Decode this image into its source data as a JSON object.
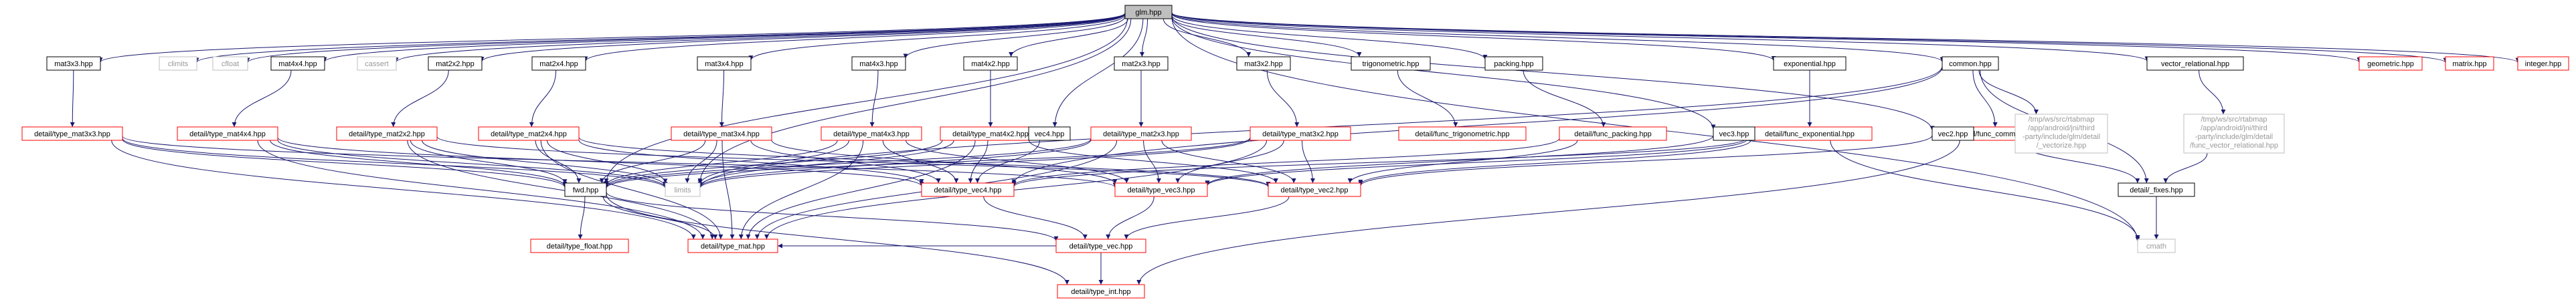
{
  "colors": {
    "edge": "#191970",
    "root_fill": "#bfbfbf",
    "root_border": "#000000",
    "doc_border": "#000000",
    "external_border": "#ff0000",
    "system_border": "#bfbfbf",
    "system_text": "#999999",
    "text": "#000000"
  },
  "nodes": [
    {
      "id": "glm",
      "label": "glm.hpp",
      "kind": "root"
    },
    {
      "id": "mat3x3",
      "label": "mat3x3.hpp",
      "kind": "doc"
    },
    {
      "id": "climits",
      "label": "climits",
      "kind": "system"
    },
    {
      "id": "cfloat",
      "label": "cfloat",
      "kind": "system"
    },
    {
      "id": "mat4x4",
      "label": "mat4x4.hpp",
      "kind": "doc"
    },
    {
      "id": "cassert",
      "label": "cassert",
      "kind": "system"
    },
    {
      "id": "mat2x2",
      "label": "mat2x2.hpp",
      "kind": "doc"
    },
    {
      "id": "mat2x4",
      "label": "mat2x4.hpp",
      "kind": "doc"
    },
    {
      "id": "mat3x4",
      "label": "mat3x4.hpp",
      "kind": "doc"
    },
    {
      "id": "mat4x3",
      "label": "mat4x3.hpp",
      "kind": "doc"
    },
    {
      "id": "mat4x2",
      "label": "mat4x2.hpp",
      "kind": "doc"
    },
    {
      "id": "mat2x3",
      "label": "mat2x3.hpp",
      "kind": "doc"
    },
    {
      "id": "mat3x2",
      "label": "mat3x2.hpp",
      "kind": "doc"
    },
    {
      "id": "trig",
      "label": "trigonometric.hpp",
      "kind": "doc"
    },
    {
      "id": "packing",
      "label": "packing.hpp",
      "kind": "doc"
    },
    {
      "id": "exponential",
      "label": "exponential.hpp",
      "kind": "doc"
    },
    {
      "id": "common",
      "label": "common.hpp",
      "kind": "doc"
    },
    {
      "id": "vecrel",
      "label": "vector_relational.hpp",
      "kind": "doc"
    },
    {
      "id": "geometric",
      "label": "geometric.hpp",
      "kind": "external"
    },
    {
      "id": "matrix",
      "label": "matrix.hpp",
      "kind": "external"
    },
    {
      "id": "integer",
      "label": "integer.hpp",
      "kind": "external"
    },
    {
      "id": "type_mat3x3",
      "label": "detail/type_mat3x3.hpp",
      "kind": "external"
    },
    {
      "id": "type_mat4x4",
      "label": "detail/type_mat4x4.hpp",
      "kind": "external"
    },
    {
      "id": "type_mat2x2",
      "label": "detail/type_mat2x2.hpp",
      "kind": "external"
    },
    {
      "id": "type_mat2x4",
      "label": "detail/type_mat2x4.hpp",
      "kind": "external"
    },
    {
      "id": "type_mat3x4",
      "label": "detail/type_mat3x4.hpp",
      "kind": "external"
    },
    {
      "id": "type_mat4x3",
      "label": "detail/type_mat4x3.hpp",
      "kind": "external"
    },
    {
      "id": "type_mat4x2",
      "label": "detail/type_mat4x2.hpp",
      "kind": "external"
    },
    {
      "id": "type_mat2x3",
      "label": "detail/type_mat2x3.hpp",
      "kind": "external"
    },
    {
      "id": "type_mat3x2",
      "label": "detail/type_mat3x2.hpp",
      "kind": "external"
    },
    {
      "id": "func_trig",
      "label": "detail/func_trigonometric.hpp",
      "kind": "external"
    },
    {
      "id": "func_packing",
      "label": "detail/func_packing.hpp",
      "kind": "external"
    },
    {
      "id": "func_exp",
      "label": "detail/func_exponential.hpp",
      "kind": "external"
    },
    {
      "id": "func_common",
      "label": "detail/func_common.hpp",
      "kind": "external"
    },
    {
      "id": "vec4",
      "label": "vec4.hpp",
      "kind": "doc"
    },
    {
      "id": "vec3",
      "label": "vec3.hpp",
      "kind": "doc"
    },
    {
      "id": "vec2",
      "label": "vec2.hpp",
      "kind": "doc"
    },
    {
      "id": "vectorize",
      "label": "/tmp/ws/src/rtabmap/app/android/jni/third-party/include/glm/detail/_vectorize.hpp",
      "lines": [
        "/tmp/ws/src/rtabmap",
        "/app/android/jni/third",
        "-party/include/glm/detail",
        "/_vectorize.hpp"
      ],
      "kind": "system"
    },
    {
      "id": "func_vecrel",
      "label": "/tmp/ws/src/rtabmap/app/android/jni/third-party/include/glm/detail/func_vector_relational.hpp",
      "lines": [
        "/tmp/ws/src/rtabmap",
        "/app/android/jni/third",
        "-party/include/glm/detail",
        "/func_vector_relational.hpp"
      ],
      "kind": "system"
    },
    {
      "id": "limits",
      "label": "limits",
      "kind": "system"
    },
    {
      "id": "fwd",
      "label": "fwd.hpp",
      "kind": "doc"
    },
    {
      "id": "type_vec4",
      "label": "detail/type_vec4.hpp",
      "kind": "external"
    },
    {
      "id": "type_vec3",
      "label": "detail/type_vec3.hpp",
      "kind": "external"
    },
    {
      "id": "type_vec2",
      "label": "detail/type_vec2.hpp",
      "kind": "external"
    },
    {
      "id": "fixes",
      "label": "detail/_fixes.hpp",
      "kind": "doc"
    },
    {
      "id": "type_float",
      "label": "detail/type_float.hpp",
      "kind": "external"
    },
    {
      "id": "type_mat",
      "label": "detail/type_mat.hpp",
      "kind": "external"
    },
    {
      "id": "type_vec",
      "label": "detail/type_vec.hpp",
      "kind": "external"
    },
    {
      "id": "cmath",
      "label": "cmath",
      "kind": "system"
    },
    {
      "id": "type_int",
      "label": "detail/type_int.hpp",
      "kind": "external"
    }
  ],
  "edges": [
    [
      "glm",
      "mat3x3"
    ],
    [
      "glm",
      "climits"
    ],
    [
      "glm",
      "cfloat"
    ],
    [
      "glm",
      "mat4x4"
    ],
    [
      "glm",
      "cassert"
    ],
    [
      "glm",
      "mat2x2"
    ],
    [
      "glm",
      "mat2x4"
    ],
    [
      "glm",
      "mat3x4"
    ],
    [
      "glm",
      "mat4x3"
    ],
    [
      "glm",
      "mat4x2"
    ],
    [
      "glm",
      "mat2x3"
    ],
    [
      "glm",
      "mat3x2"
    ],
    [
      "glm",
      "trig"
    ],
    [
      "glm",
      "packing"
    ],
    [
      "glm",
      "exponential"
    ],
    [
      "glm",
      "common"
    ],
    [
      "glm",
      "vecrel"
    ],
    [
      "glm",
      "geometric"
    ],
    [
      "glm",
      "matrix"
    ],
    [
      "glm",
      "integer"
    ],
    [
      "glm",
      "vec4"
    ],
    [
      "glm",
      "vec3"
    ],
    [
      "glm",
      "vec2"
    ],
    [
      "glm",
      "fwd"
    ],
    [
      "glm",
      "limits"
    ],
    [
      "glm",
      "cmath"
    ],
    [
      "mat3x3",
      "type_mat3x3"
    ],
    [
      "mat4x4",
      "type_mat4x4"
    ],
    [
      "mat2x2",
      "type_mat2x2"
    ],
    [
      "mat2x4",
      "type_mat2x4"
    ],
    [
      "mat3x4",
      "type_mat3x4"
    ],
    [
      "mat4x3",
      "type_mat4x3"
    ],
    [
      "mat4x2",
      "type_mat4x2"
    ],
    [
      "mat2x3",
      "type_mat2x3"
    ],
    [
      "mat3x2",
      "type_mat3x2"
    ],
    [
      "trig",
      "func_trig"
    ],
    [
      "packing",
      "func_packing"
    ],
    [
      "exponential",
      "func_exp"
    ],
    [
      "common",
      "func_common"
    ],
    [
      "common",
      "vectorize"
    ],
    [
      "common",
      "fixes"
    ],
    [
      "common",
      "limits"
    ],
    [
      "common",
      "type_vec4"
    ],
    [
      "vecrel",
      "func_vecrel"
    ],
    [
      "type_mat3x3",
      "fwd"
    ],
    [
      "type_mat3x3",
      "limits"
    ],
    [
      "type_mat3x3",
      "type_mat"
    ],
    [
      "type_mat3x3",
      "type_vec3"
    ],
    [
      "type_mat4x4",
      "fwd"
    ],
    [
      "type_mat4x4",
      "limits"
    ],
    [
      "type_mat4x4",
      "type_mat"
    ],
    [
      "type_mat4x4",
      "type_vec4"
    ],
    [
      "type_mat2x2",
      "fwd"
    ],
    [
      "type_mat2x2",
      "limits"
    ],
    [
      "type_mat2x2",
      "type_mat"
    ],
    [
      "type_mat2x2",
      "type_vec2"
    ],
    [
      "type_mat2x4",
      "fwd"
    ],
    [
      "type_mat2x4",
      "limits"
    ],
    [
      "type_mat2x4",
      "type_mat"
    ],
    [
      "type_mat2x4",
      "type_vec2"
    ],
    [
      "type_mat2x4",
      "type_vec4"
    ],
    [
      "type_mat3x4",
      "fwd"
    ],
    [
      "type_mat3x4",
      "limits"
    ],
    [
      "type_mat3x4",
      "type_mat"
    ],
    [
      "type_mat3x4",
      "type_vec3"
    ],
    [
      "type_mat3x4",
      "type_vec4"
    ],
    [
      "type_mat4x3",
      "fwd"
    ],
    [
      "type_mat4x3",
      "limits"
    ],
    [
      "type_mat4x3",
      "type_mat"
    ],
    [
      "type_mat4x3",
      "type_vec3"
    ],
    [
      "type_mat4x3",
      "type_vec4"
    ],
    [
      "type_mat4x2",
      "fwd"
    ],
    [
      "type_mat4x2",
      "limits"
    ],
    [
      "type_mat4x2",
      "type_mat"
    ],
    [
      "type_mat4x2",
      "type_vec2"
    ],
    [
      "type_mat4x2",
      "type_vec4"
    ],
    [
      "type_mat2x3",
      "fwd"
    ],
    [
      "type_mat2x3",
      "limits"
    ],
    [
      "type_mat2x3",
      "type_mat"
    ],
    [
      "type_mat2x3",
      "type_vec2"
    ],
    [
      "type_mat2x3",
      "type_vec3"
    ],
    [
      "type_mat3x2",
      "fwd"
    ],
    [
      "type_mat3x2",
      "limits"
    ],
    [
      "type_mat3x2",
      "type_mat"
    ],
    [
      "type_mat3x2",
      "type_vec2"
    ],
    [
      "type_mat3x2",
      "type_vec3"
    ],
    [
      "func_packing",
      "type_vec2"
    ],
    [
      "func_packing",
      "type_vec4"
    ],
    [
      "func_exp",
      "type_vec1"
    ],
    [
      "func_exp",
      "type_vec2"
    ],
    [
      "func_exp",
      "type_vec3"
    ],
    [
      "func_exp",
      "type_vec4"
    ],
    [
      "func_exp",
      "cmath"
    ],
    [
      "func_common",
      "fixes"
    ],
    [
      "func_common",
      "type_int"
    ],
    [
      "vec4",
      "type_vec4"
    ],
    [
      "vec3",
      "type_vec3"
    ],
    [
      "vec2",
      "type_vec2"
    ],
    [
      "fwd",
      "type_float"
    ],
    [
      "fwd",
      "type_mat"
    ],
    [
      "fwd",
      "type_int"
    ],
    [
      "fwd",
      "type_vec"
    ],
    [
      "type_vec4",
      "type_vec"
    ],
    [
      "type_vec3",
      "type_vec"
    ],
    [
      "type_vec2",
      "type_vec"
    ],
    [
      "type_vec",
      "type_mat"
    ],
    [
      "type_vec",
      "type_int"
    ],
    [
      "fixes",
      "cmath"
    ],
    [
      "func_vecrel",
      "fixes"
    ]
  ]
}
